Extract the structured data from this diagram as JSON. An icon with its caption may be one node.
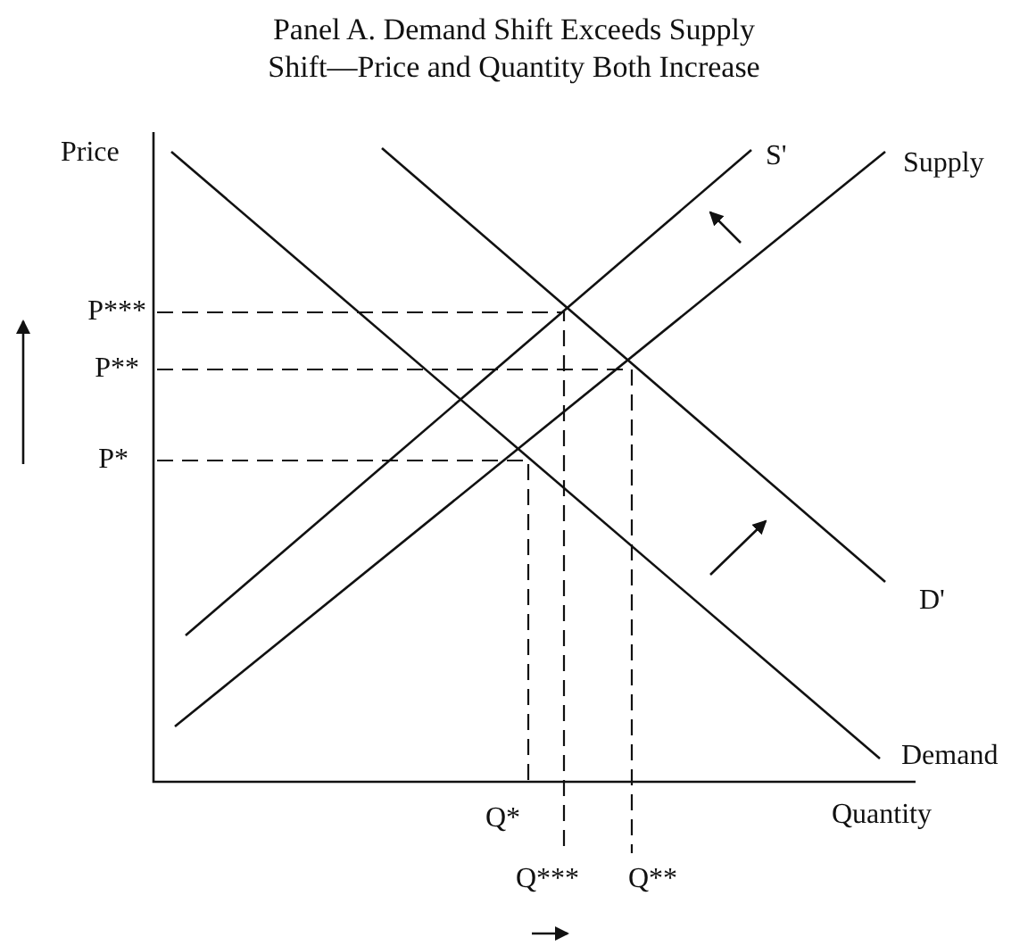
{
  "diagram": {
    "title": "Panel A. Demand Shift Exceeds Supply Shift—Price and Quantity Both Increase",
    "labels": [
      "Price",
      "S'",
      "Supply",
      "P***",
      "P**",
      "P*",
      "D'",
      "Demand",
      "Q*",
      "Quantity",
      "Q***",
      "Q**"
    ]
  }
}
